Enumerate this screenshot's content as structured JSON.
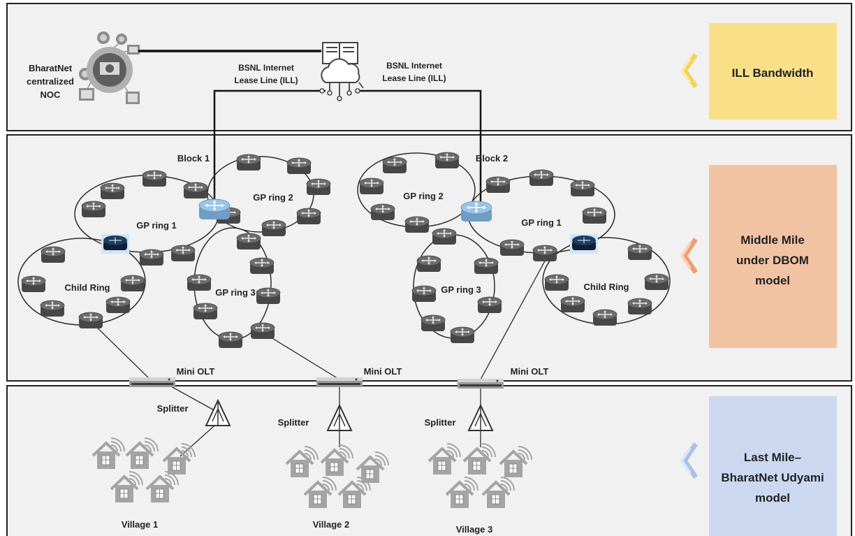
{
  "colors": {
    "panel_bg": "#f1f1f1",
    "frame": "#222222",
    "router_dark": "#4d4d4d",
    "router_top": "#6e6e6e",
    "core_router": "#86b3da",
    "gateway_router": "#16314f",
    "ill_box": "#f9df88",
    "middle_box": "#f2c3a3",
    "last_box": "#cbd8ef",
    "ill_chevron": "#f3d35a",
    "middle_chevron": "#ef9e72",
    "last_chevron": "#a9c0e9",
    "house": "#a4a4a4"
  },
  "noc": {
    "line1": "BharatNet",
    "line2": "centralized",
    "line3": "NOC",
    "icon": "noc-hub-icon"
  },
  "ill": {
    "left_line1": "BSNL Internet",
    "left_line2": "Lease Line (ILL)",
    "right_line1": "BSNL Internet",
    "right_line2": "Lease Line (ILL)",
    "icon": "cloud-server-icon"
  },
  "blocks": {
    "block1": "Block 1",
    "block2": "Block 2"
  },
  "rings": {
    "b1_ring1": "GP ring 1",
    "b1_ring2": "GP ring 2",
    "b1_ring3": "GP ring 3",
    "b1_child": "Child Ring",
    "b2_ring1": "GP ring 1",
    "b2_ring2": "GP ring 2",
    "b2_ring3": "GP ring 3",
    "b2_child": "Child Ring"
  },
  "olt": {
    "left": "Mini OLT",
    "middle": "Mini OLT",
    "right": "Mini OLT"
  },
  "splitters": {
    "s1": "Splitter",
    "s2": "Splitter",
    "s3": "Splitter"
  },
  "villages": {
    "v1": "Village 1",
    "v2": "Village 2",
    "v3": "Village 3"
  },
  "side": {
    "ill": {
      "line1": "ILL Bandwidth"
    },
    "middle": {
      "line1": "Middle Mile",
      "line2": "under DBOM",
      "line3": "model"
    },
    "last": {
      "line1": "Last Mile–",
      "line2": "BharatNet Udyami",
      "line3": "model"
    }
  }
}
